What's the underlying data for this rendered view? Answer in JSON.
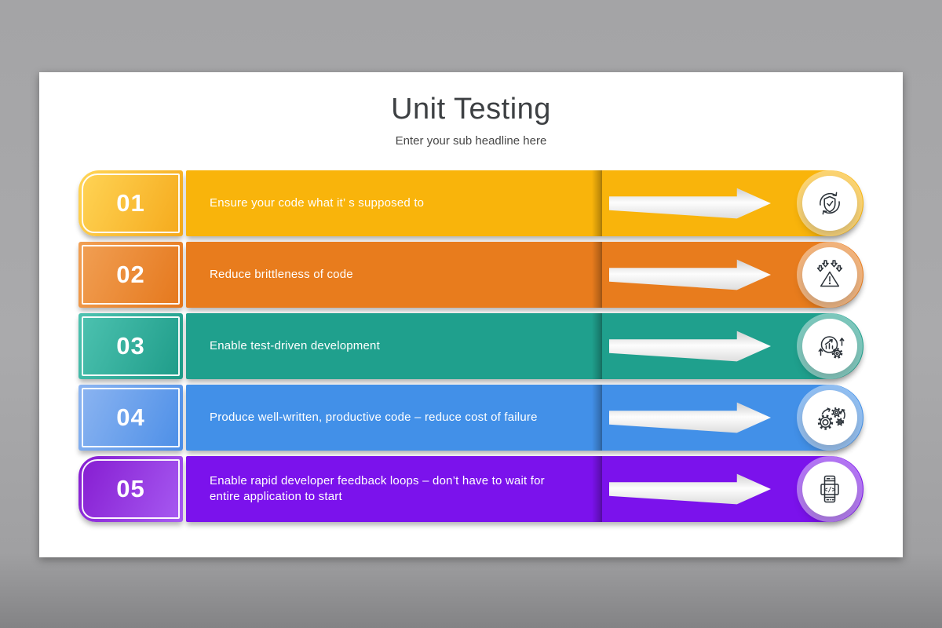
{
  "slide": {
    "title": "Unit Testing",
    "subtitle": "Enter your sub headline here",
    "background": "#ffffff",
    "canvas_background": "#a6a6a8"
  },
  "rows": [
    {
      "number": "01",
      "text": "Ensure your code what it’ s supposed to",
      "bar_color": "#F9B40B",
      "number_box_gradient": [
        "#FFD557",
        "#F5A91B"
      ],
      "icon": "shield-check-refresh-icon"
    },
    {
      "number": "02",
      "text": "Reduce brittleness of code",
      "bar_color": "#E87C1D",
      "number_box_gradient": [
        "#F1A055",
        "#E5771B"
      ],
      "icon": "risk-warning-arrows-icon"
    },
    {
      "number": "03",
      "text": "Enable test-driven development",
      "bar_color": "#1FA08D",
      "number_box_gradient": [
        "#4EC3B1",
        "#1D9B88"
      ],
      "icon": "development-growth-icon"
    },
    {
      "number": "04",
      "text": "Produce well-written, productive code – reduce cost of failure",
      "bar_color": "#4290E8",
      "number_box_gradient": [
        "#8DB5F1",
        "#4B8EE7"
      ],
      "icon": "gears-process-icon"
    },
    {
      "number": "05",
      "text": "Enable rapid developer feedback loops – don’t have to wait for entire application to start",
      "bar_color": "#7B12EC",
      "number_box_gradient": [
        "#851BD0",
        "#A75BF2"
      ],
      "icon": "mobile-code-icon"
    }
  ]
}
